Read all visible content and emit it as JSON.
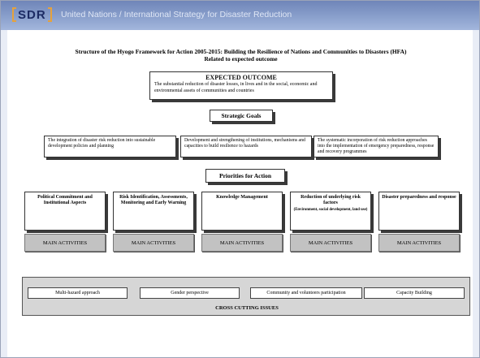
{
  "header": {
    "logo_text": "SDR",
    "title": "United Nations / International Strategy for Disaster Reduction"
  },
  "page": {
    "title_line1": "Structure of the Hyogo Framework for Action 2005-2015: Building the Resilience of Nations and Communities to Disasters (HFA)",
    "title_line2": "Related to expected outcome"
  },
  "expected_outcome": {
    "title": "EXPECTED OUTCOME",
    "text": "The substantial reduction of disaster losses, in lives and in the social, economic and environmental assets of communities and countries"
  },
  "strategic_goals": {
    "label": "Strategic Goals",
    "goals": [
      "The integration of disaster risk reduction into sustainable development policies and planning",
      "Development and strengthening of institutions, mechanisms and capacities to build resilience to hazards",
      "The systematic incorporation of risk reduction approaches into the implementation of emergency preparedness, response and recovery programmes"
    ]
  },
  "priorities": {
    "label": "Priorities for Action",
    "items": [
      {
        "title": "Political Commitment and Institutional Aspects",
        "sub": ""
      },
      {
        "title": "Risk Identification, Assessments, Monitoring and Early Warning",
        "sub": ""
      },
      {
        "title": "Knowledge Management",
        "sub": ""
      },
      {
        "title": "Reduction of underlying risk factors",
        "sub": "(Environment, social development, land use)"
      },
      {
        "title": "Disaster preparedness and response",
        "sub": ""
      }
    ],
    "activity_label": "MAIN ACTIVITIES"
  },
  "cross_cutting": {
    "label": "CROSS CUTTING ISSUES",
    "items": [
      "Multi-hazard approach",
      "Gender perspective",
      "Community and volunteers participation",
      "Capacity Building"
    ]
  },
  "colors": {
    "header_top": "#6f85b8",
    "header_bottom": "#a3b6dc",
    "logo_accent": "#e6a23c",
    "activity_fill": "#c2c2c2",
    "cross_fill": "#d6d6d6"
  }
}
